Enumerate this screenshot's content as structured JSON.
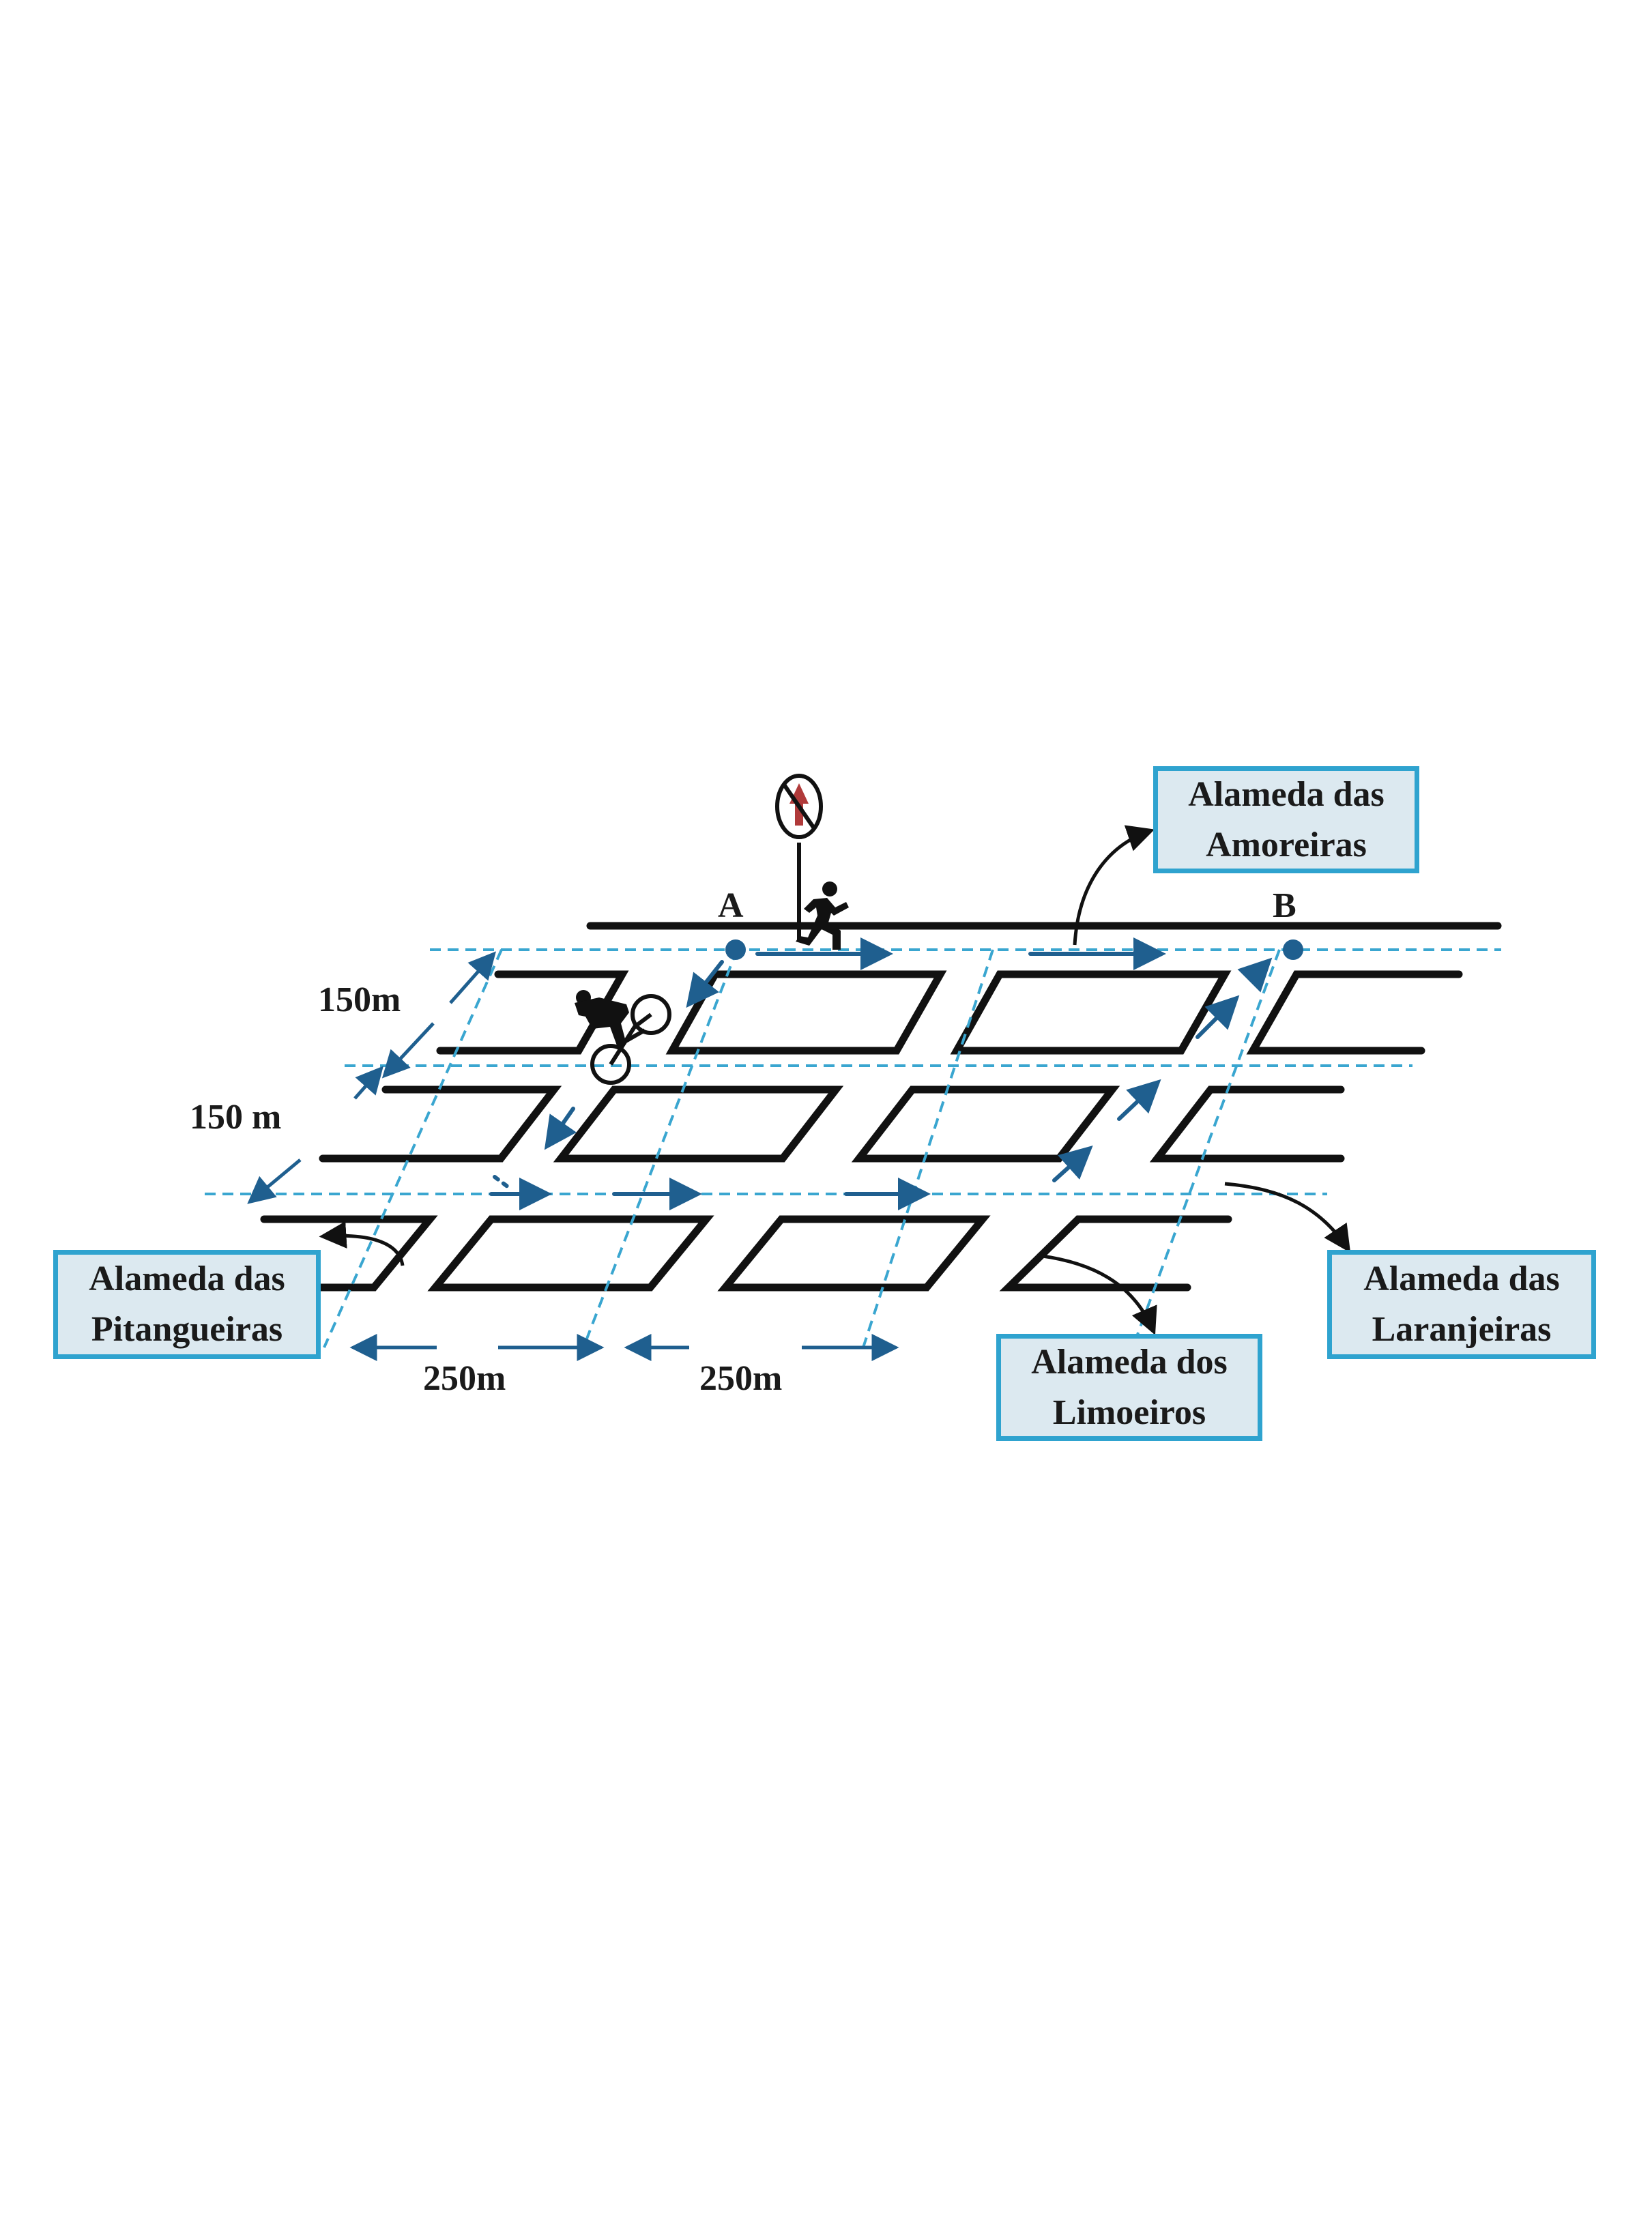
{
  "colors": {
    "street": "#111111",
    "dashed_line": "#3aa6d0",
    "arrow": "#1f5f8f",
    "box_border": "#2fa3cf",
    "box_fill": "#dce9f0",
    "sign_red": "#b03a3a"
  },
  "streets": {
    "amoreiras": {
      "line1": "Alameda das",
      "line2": "Amoreiras"
    },
    "pitangueiras": {
      "line1": "Alameda das",
      "line2": "Pitangueiras"
    },
    "limoeiros": {
      "line1": "Alameda dos",
      "line2": "Limoeiros"
    },
    "laranjeiras": {
      "line1": "Alameda das",
      "line2": "Laranjeiras"
    }
  },
  "points": {
    "a": "A",
    "b": "B"
  },
  "distances": {
    "vertical_1": "150m",
    "vertical_2": "150 m",
    "horizontal_1": "250m",
    "horizontal_2": "250m"
  },
  "icons": {
    "sign": "no-turn-sign-icon",
    "runner": "running-person-icon",
    "cyclist": "cyclist-icon"
  }
}
